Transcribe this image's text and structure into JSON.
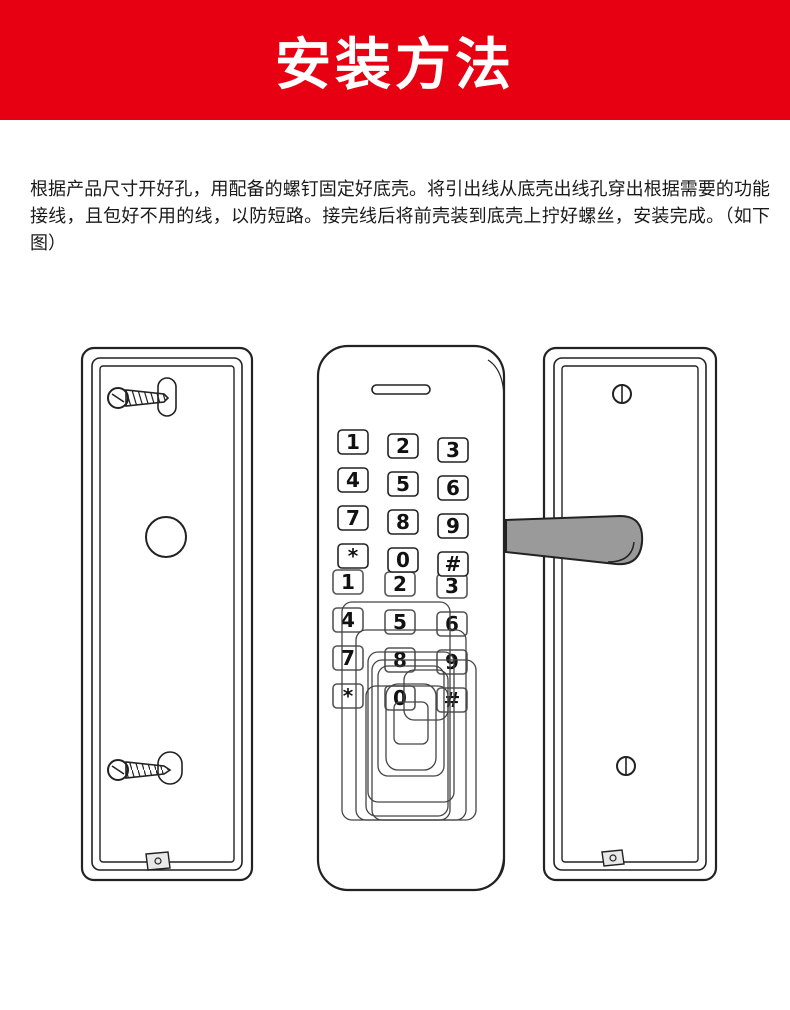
{
  "header": {
    "title": "安装方法",
    "background_color": "#e60012"
  },
  "instructions": {
    "text": "根据产品尺寸开好孔，用配备的螺钉固定好底壳。将引出线从底壳出线孔穿出根据需要的功能接线，且包好不用的线，以防短路。接完线后将前壳装到底壳上拧好螺丝，安装完成。（如下图）"
  },
  "keypad": {
    "front_keys": [
      "1",
      "2",
      "3",
      "4",
      "5",
      "6",
      "7",
      "8",
      "9",
      "*",
      "0",
      "#"
    ],
    "ghost_keys": [
      "1",
      "2",
      "3",
      "4",
      "5",
      "6",
      "7",
      "8",
      "9",
      "*",
      "0",
      "#"
    ]
  }
}
